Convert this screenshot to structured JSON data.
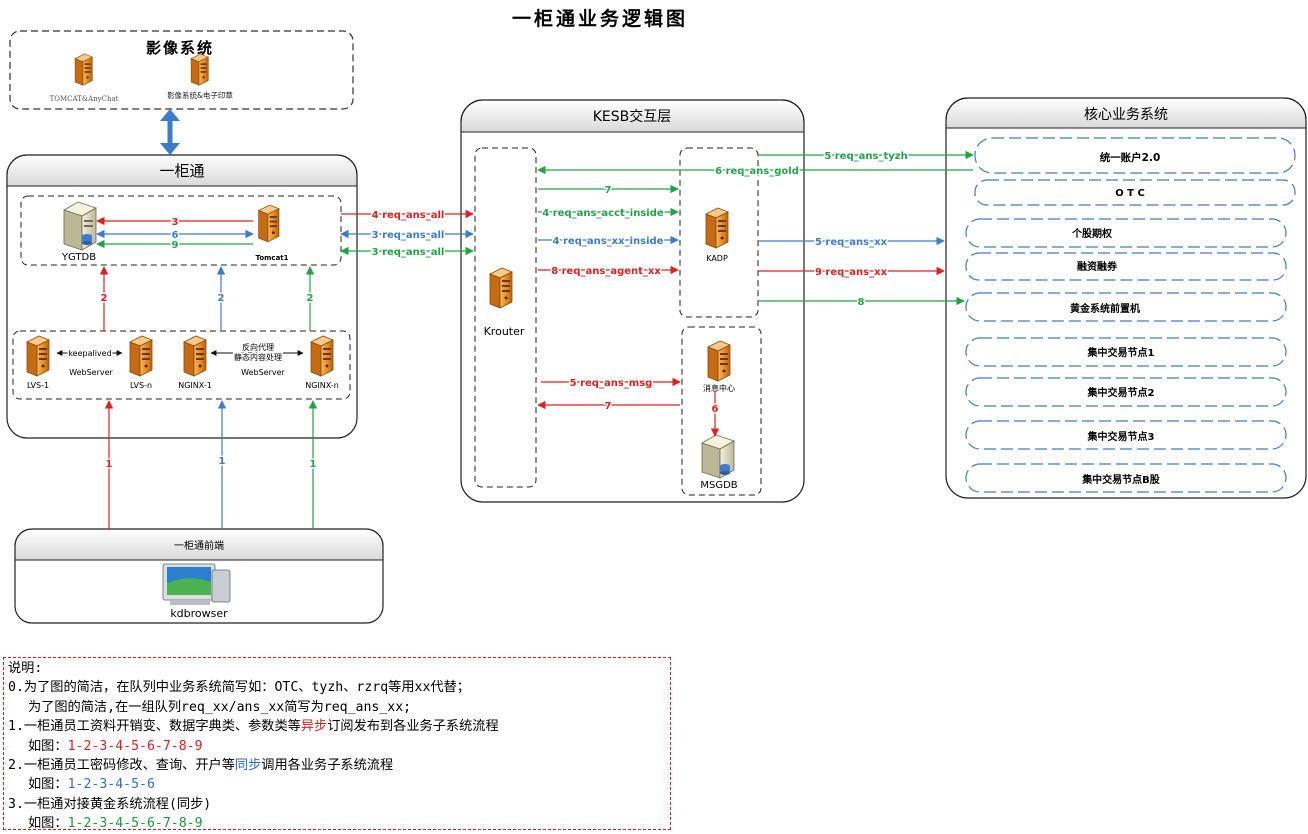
{
  "title": "一柜通业务逻辑图",
  "colors": {
    "red": "#e0201e",
    "blue": "#3d7cc9",
    "green": "#22a345",
    "gray_dark": "#555555"
  },
  "image_system": {
    "title": "影像系统",
    "servers": [
      {
        "label": "TOMCAT&AnyChat",
        "icon": "server-icon"
      },
      {
        "label": "影像系统&电子印章",
        "icon": "server-icon"
      }
    ]
  },
  "ygt": {
    "title": "一柜通",
    "db_label": "YGTDB",
    "tomcat_label": "Tomcat1",
    "db_links": [
      "3",
      "6",
      "9"
    ],
    "web_nodes": [
      "LVS-1",
      "LVS-n",
      "NGINX-1",
      "NGINX-n"
    ],
    "keepalived": "keepalived",
    "webserver1": "WebServer",
    "proxy_line1": "反向代理",
    "proxy_line2": "静态内容处理",
    "webserver2": "WebServer",
    "up_labels": [
      "2",
      "2",
      "2"
    ],
    "out_links": [
      "4 req_ans_all",
      "3 req_ans_all",
      "3 req_ans_all"
    ]
  },
  "frontend": {
    "title": "一柜通前端",
    "browser_label": "kdbrowser",
    "up_labels": [
      "1",
      "1",
      "1"
    ]
  },
  "kesb": {
    "title": "KESB交互层",
    "krouter": "Krouter",
    "kadp": "KADP",
    "msg_center": "消息中心",
    "msgdb": "MSGDB",
    "internal_links": [
      "7",
      "4 req_ans_acct_inside",
      "4 req_ans_xx_inside",
      "8 req_ans_agent_xx",
      "5 req_ans_msg",
      "7",
      "6"
    ]
  },
  "core": {
    "title": "核心业务系统",
    "systems": [
      "统一账户2.0",
      "O T C",
      "个股期权",
      "融资融券",
      "黄金系统前置机",
      "集中交易节点1",
      "集中交易节点2",
      "集中交易节点3",
      "集中交易节点B股"
    ],
    "links": [
      "5 req_ans_tyzh",
      "6 req_ans_gold",
      "5 req_ans_xx",
      "9 req_ans_xx",
      "8"
    ]
  },
  "legend": {
    "heading": "说明:",
    "line0": "0.为了图的简洁，在队列中业务系统简写如：OTC、tyzh、rzrq等用xx代替；",
    "line0b": "为了图的简洁,在一组队列req_xx/ans_xx简写为req_ans_xx;",
    "line1_pre": "1.一柜通员工资料开销变、数据字典类、参数类等",
    "line1_hl": "异步",
    "line1_post": "订阅发布到各业务子系统流程",
    "line1_fig_pre": "如图：",
    "line1_fig": "1-2-3-4-5-6-7-8-9",
    "line2_pre": "2.一柜通员工密码修改、查询、开户等",
    "line2_hl": "同步",
    "line2_post": "调用各业务子系统流程",
    "line2_fig_pre": "如图：",
    "line2_fig": "1-2-3-4-5-6",
    "line3": "3.一柜通对接黄金系统流程(同步)",
    "line3_fig_pre": "如图：",
    "line3_fig": "1-2-3-4-5-6-7-8-9"
  }
}
